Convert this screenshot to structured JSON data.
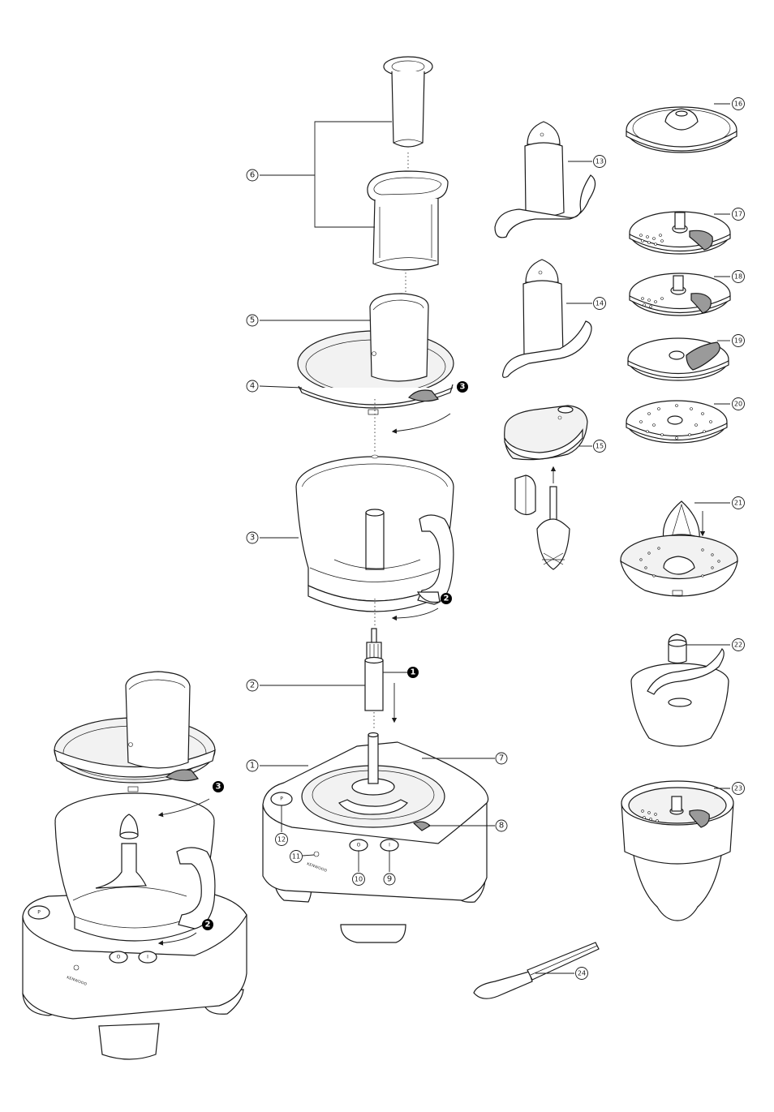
{
  "callouts": [
    "1",
    "2",
    "3",
    "4",
    "5",
    "6",
    "7",
    "8",
    "9",
    "10",
    "11",
    "12",
    "13",
    "14",
    "15",
    "16",
    "17",
    "18",
    "19",
    "20",
    "21",
    "22",
    "23",
    "24"
  ],
  "steps": [
    "1",
    "2",
    "3"
  ],
  "brand": "KENWOOD",
  "buttons": {
    "pulse": "P",
    "off": "O",
    "on": "I"
  }
}
